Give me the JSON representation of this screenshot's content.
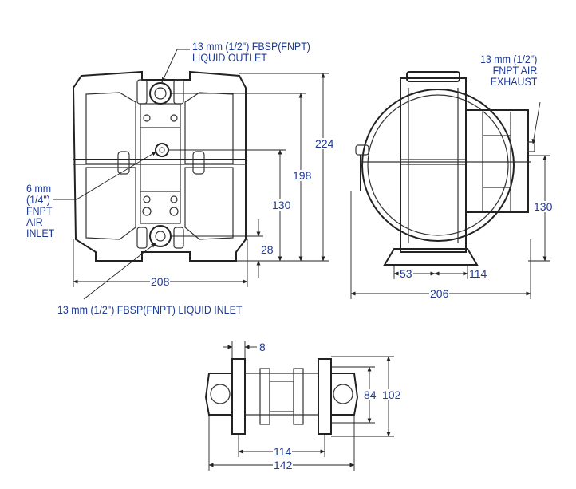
{
  "callouts": {
    "liquid_outlet": [
      "13 mm (1/2\") FBSP(FNPT)",
      "LIQUID OUTLET"
    ],
    "air_exhaust": [
      "13 mm (1/2\")",
      "FNPT AIR",
      "EXHAUST"
    ],
    "air_inlet": [
      "6 mm",
      "(1/4\")",
      "FNPT",
      "AIR",
      "INLET"
    ],
    "liquid_inlet": "13 mm (1/2\") FBSP(FNPT) LIQUID INLET"
  },
  "dimensions": {
    "front_height_total": "224",
    "front_height_outlet": "198",
    "front_height_air_inlet": "130",
    "front_height_inlet": "28",
    "front_width": "208",
    "side_height_exhaust": "130",
    "side_offset": "53",
    "side_base": "114",
    "side_width": "206",
    "top_bolt_gap": "8",
    "top_inner_height": "84",
    "top_outer_height": "102",
    "top_inner_width": "114",
    "top_outer_width": "142"
  },
  "colors": {
    "label": "#1f3a93",
    "line": "#222222"
  }
}
